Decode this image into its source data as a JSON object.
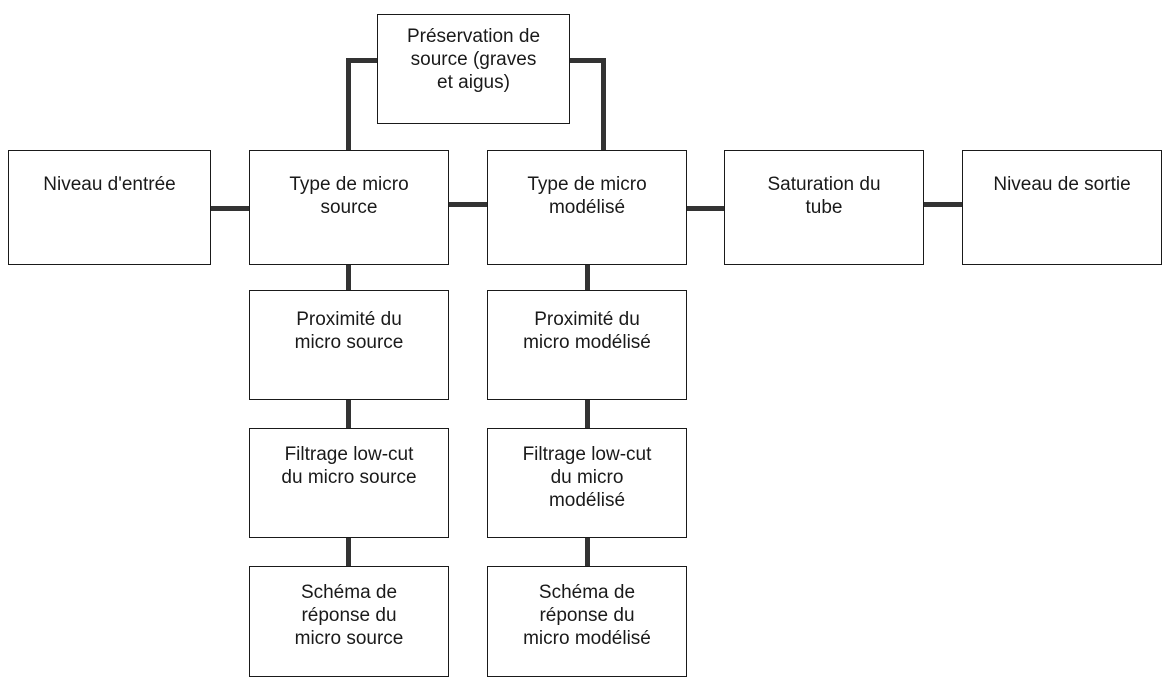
{
  "diagram": {
    "colors": {
      "line": "#333333",
      "border": "#1a1a1a",
      "text": "#1a1a1a",
      "background": "#ffffff"
    },
    "nodes": {
      "source_preservation": "Préservation de\nsource (graves\net aigus)",
      "input_level": "Niveau d'entrée",
      "source_mic_type": "Type de micro\nsource",
      "modeled_mic_type": "Type de micro\nmodélisé",
      "tube_saturation": "Saturation du\ntube",
      "output_level": "Niveau de sortie",
      "source_mic_proximity": "Proximité du\nmicro source",
      "modeled_mic_proximity": "Proximité du\nmicro modélisé",
      "source_mic_lowcut": "Filtrage low-cut\ndu micro source",
      "modeled_mic_lowcut": "Filtrage low-cut\ndu micro\nmodélisé",
      "source_mic_response": "Schéma de\nréponse du\nmicro source",
      "modeled_mic_response": "Schéma de\nréponse du\nmicro modélisé"
    }
  }
}
